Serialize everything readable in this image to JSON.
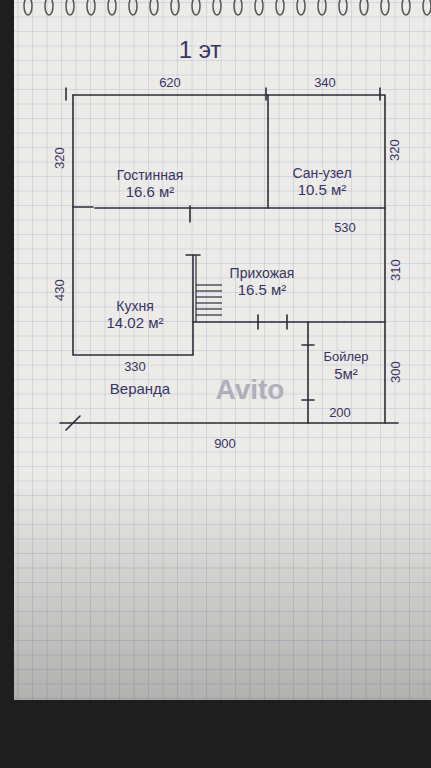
{
  "diagram": {
    "title": "1 эт",
    "nodes": [
      {
        "text": [
          "Гостинная",
          "16.6 м²"
        ]
      },
      {
        "text": [
          "Сан-узел",
          "10.5 м²"
        ]
      },
      {
        "text": [
          "Прихожая",
          "16.5 м²"
        ]
      },
      {
        "text": [
          "Кухня",
          "14.02 м²"
        ]
      },
      {
        "text": [
          "Бойлер",
          "5м²"
        ]
      },
      {
        "text": [
          "Веранда"
        ]
      }
    ],
    "labels": [
      "620",
      "340",
      "320",
      "320",
      "530",
      "430",
      "310",
      "330",
      "300",
      "200",
      "900",
      "Avito"
    ]
  }
}
